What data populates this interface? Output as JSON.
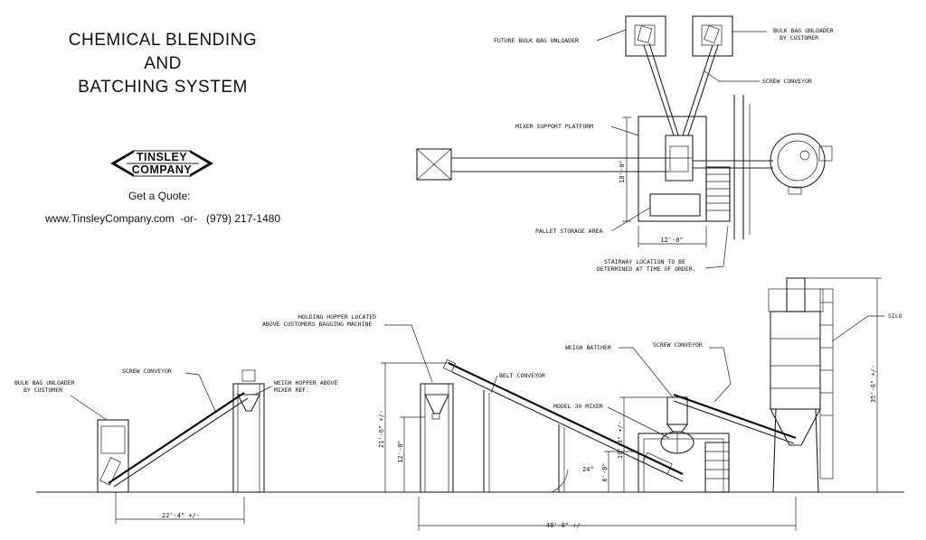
{
  "title": {
    "line1": "CHEMICAL BLENDING",
    "line2": "AND",
    "line3": "BATCHING SYSTEM"
  },
  "logo": {
    "line1": "TINSLEY",
    "line2": "COMPANY"
  },
  "quote": {
    "label": "Get a Quote:",
    "contact": "www.TinsleyCompany.com  -or-   (979) 217-1480"
  },
  "plan_labels": {
    "future_unloader": "FUTURE BULK BAG UNLOADER",
    "unloader_customer_1": "BULK BAG UNLOADER",
    "unloader_customer_2": "BY CUSTOMER",
    "screw_conveyor": "SCREW CONVEYOR",
    "mixer_platform": "MIXER SUPPORT PLATFORM",
    "pallet_storage": "PALLET STORAGE AREA",
    "stairway_1": "STAIRWAY LOCATION TO BE",
    "stairway_2": "DETERMINED AT TIME OF ORDER.",
    "dim_18": "18'-0\"",
    "dim_12": "12'-0\""
  },
  "elev_labels": {
    "unloader_1": "BULK BAG UNLOADER",
    "unloader_2": "BY CUSTOMER",
    "screw_conveyor_left": "SCREW CONVEYOR",
    "weigh_hopper_1": "WEIGH HOPPER ABOVE",
    "weigh_hopper_2": "MIXER REF.",
    "holding_hopper_1": "HOLDING HOPPER LOCATED",
    "holding_hopper_2": "ABOVE CUSTOMERS BAGGING MACHINE",
    "belt_conveyor": "BELT CONVEYOR",
    "weigh_batcher": "WEIGH BATCHER",
    "screw_conveyor_right": "SCREW CONVEYOR",
    "model_mixer": "MODEL 30 MIXER",
    "silo": "SILO",
    "dim_22": "22'-4\" +/-",
    "dim_48": "48'-8\" +/-",
    "dim_21": "21'-6\" +/-",
    "dim_12": "12'-0\"",
    "dim_10": "10'-3\" +/-",
    "dim_6": "6'-0\"",
    "dim_24": "24°",
    "dim_35": "35'-6\" +/-"
  }
}
